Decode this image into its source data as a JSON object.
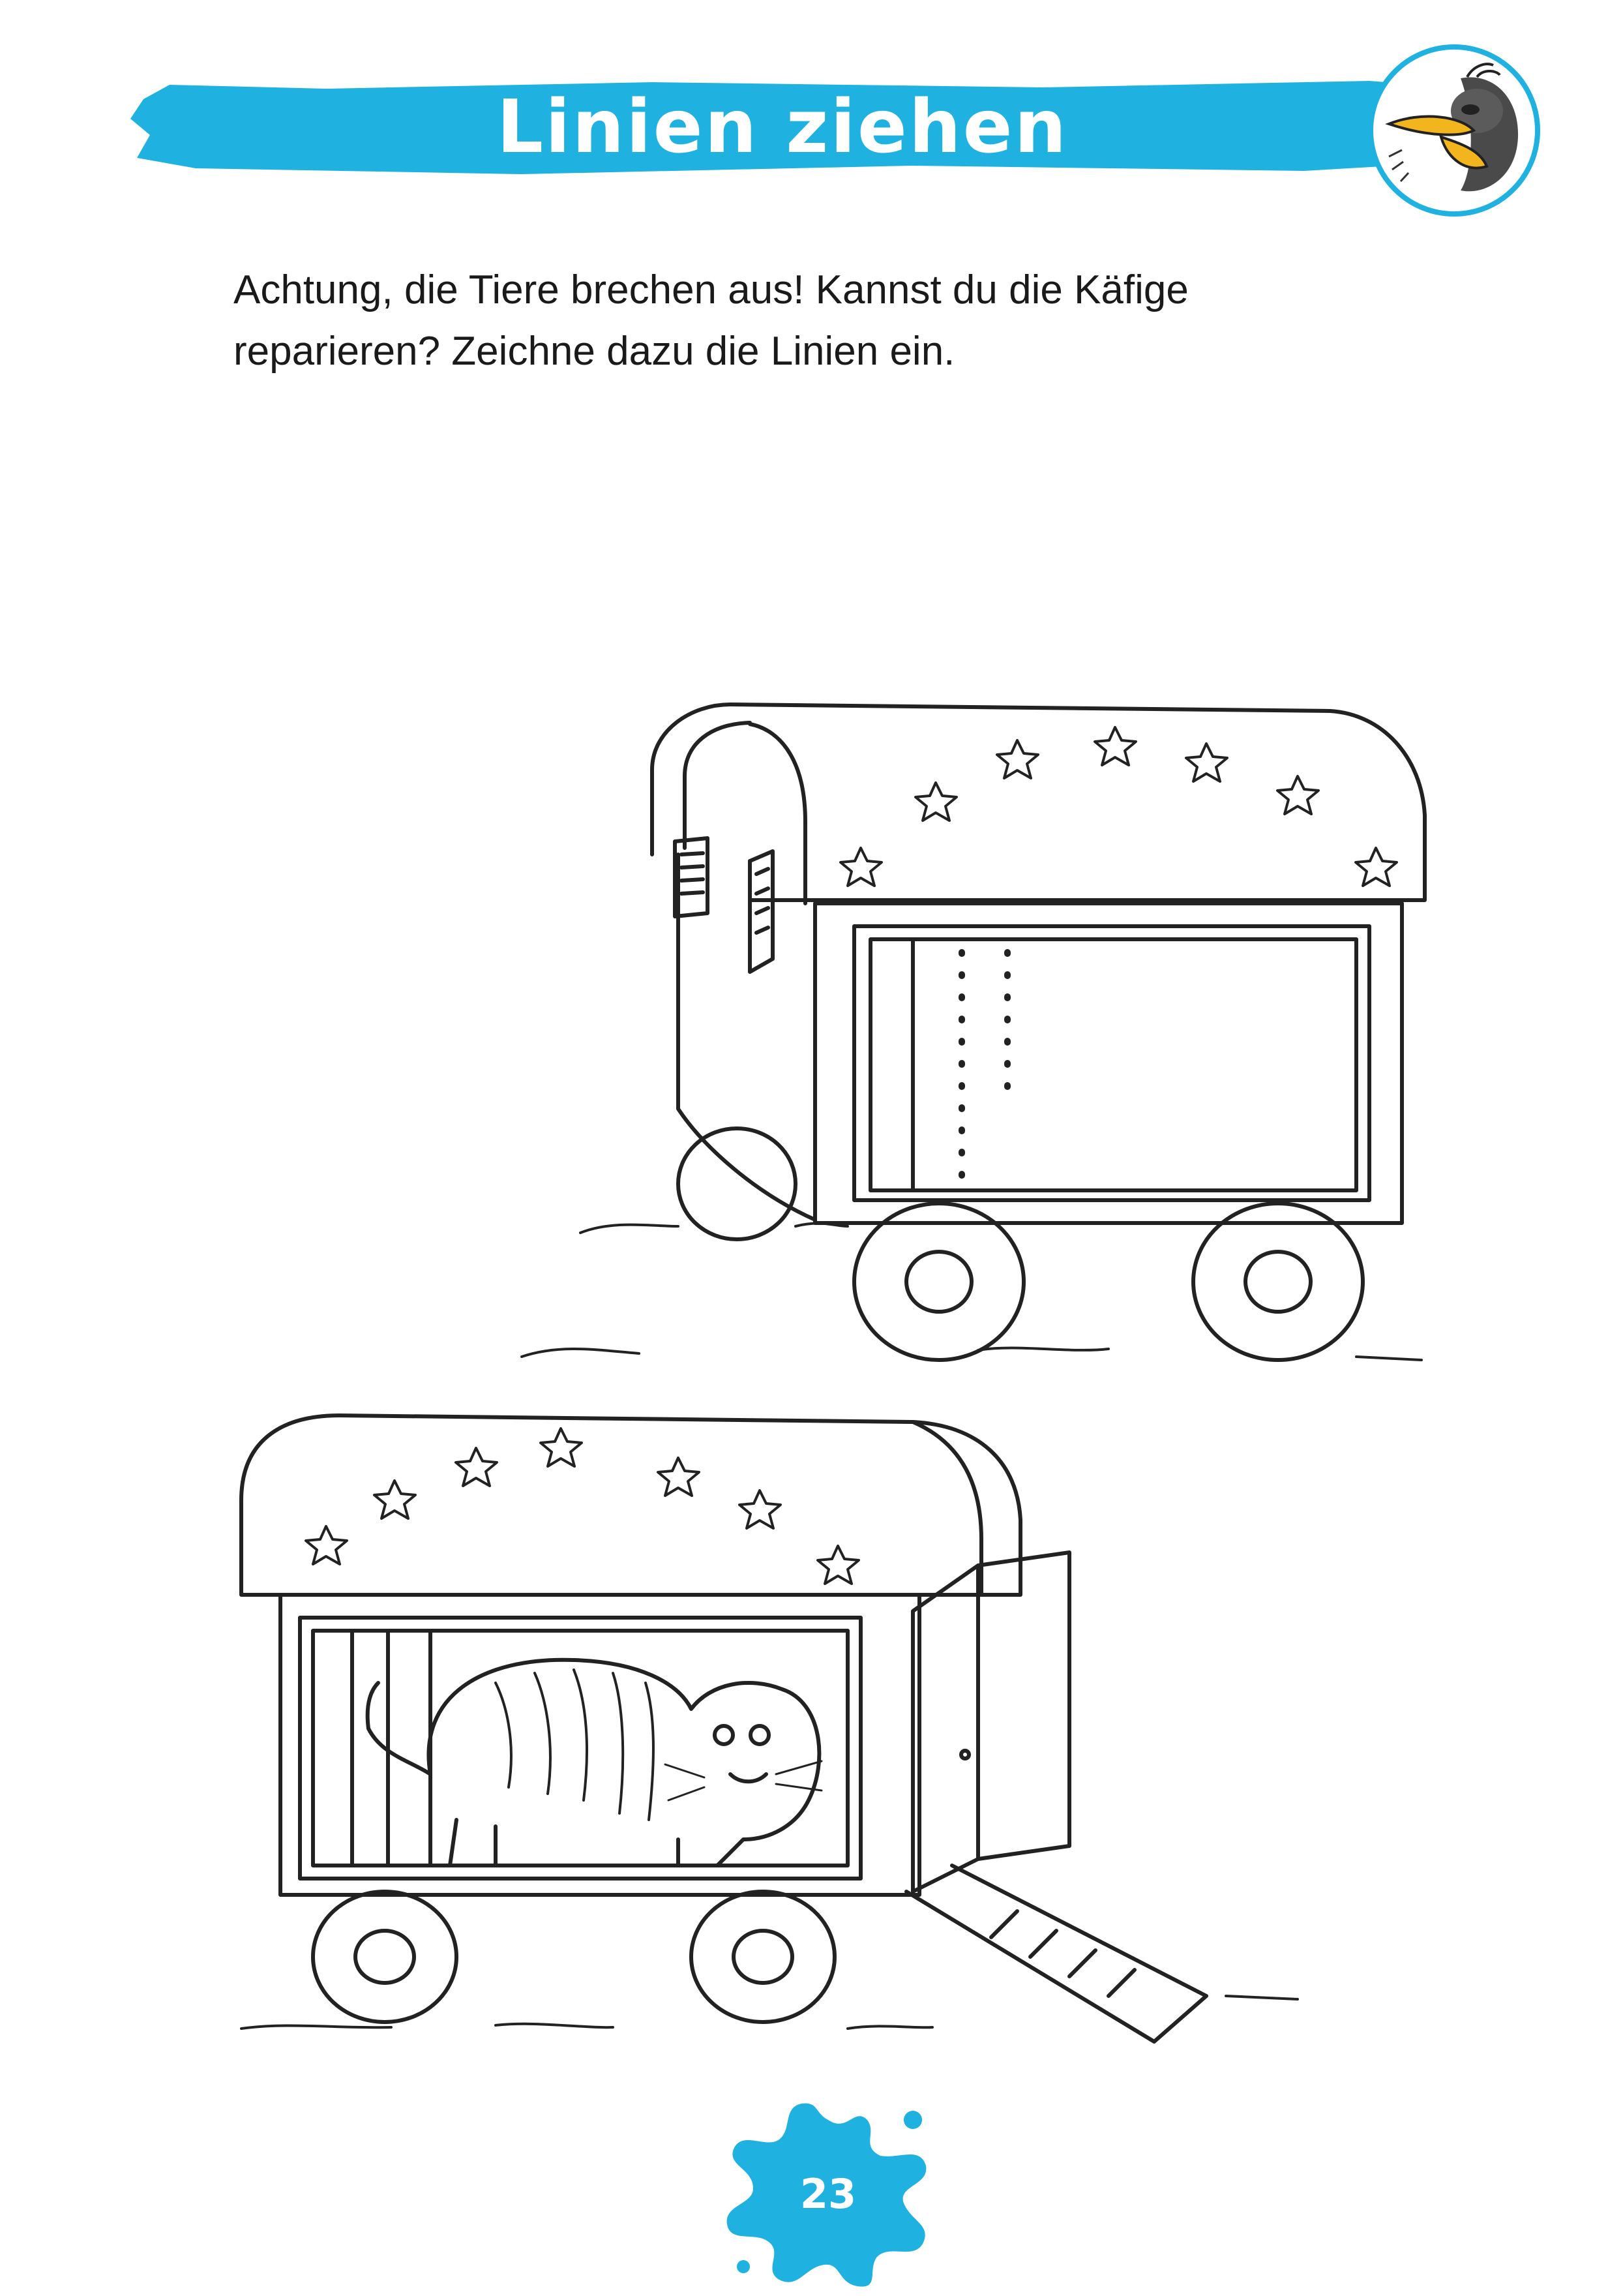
{
  "header": {
    "title": "Linien ziehen",
    "banner_color": "#1fb2e0",
    "mascot_icon": "raven-mascot-icon"
  },
  "instructions": {
    "line1": "Achtung, die Tiere brechen aus! Kannst du die Käfige",
    "line2": "reparieren? Zeichne dazu die Linien ein."
  },
  "illustrations": {
    "top_icon": "circus-wagon-cage-icon",
    "bottom_icon": "circus-wagon-with-tiger-icon"
  },
  "footer": {
    "page_number": "23",
    "badge_icon": "splash-icon"
  }
}
